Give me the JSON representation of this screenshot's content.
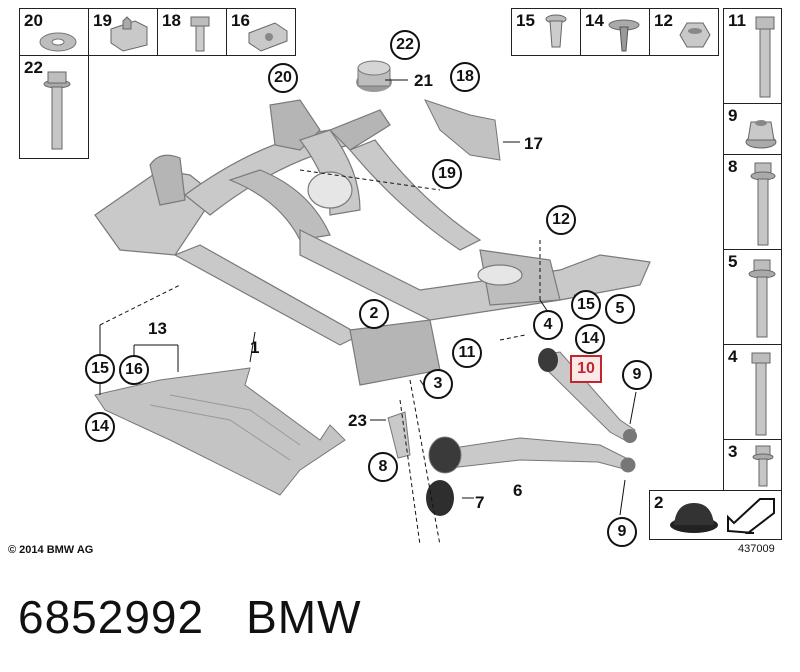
{
  "parts_left": [
    {
      "num": "20",
      "icon": "washer-icon"
    },
    {
      "num": "19",
      "icon": "clip-nut-icon"
    },
    {
      "num": "18",
      "icon": "bolt-icon"
    },
    {
      "num": "16",
      "icon": "clip-nut-icon"
    },
    {
      "num": "22",
      "icon": "flange-bolt-icon"
    }
  ],
  "parts_right": [
    {
      "num": "15",
      "icon": "expanding-rivet-icon"
    },
    {
      "num": "14",
      "icon": "plastic-rivet-icon"
    },
    {
      "num": "12",
      "icon": "hex-nut-icon"
    },
    {
      "num": "11",
      "icon": "bolt-icon"
    },
    {
      "num": "9",
      "icon": "self-locking-nut-icon"
    },
    {
      "num": "8",
      "icon": "flange-bolt-icon"
    },
    {
      "num": "5",
      "icon": "flange-bolt-icon"
    },
    {
      "num": "4",
      "icon": "bolt-icon"
    },
    {
      "num": "3",
      "icon": "flange-bolt-icon"
    },
    {
      "num": "2",
      "icon": "rubber-bump-stop-icon"
    }
  ],
  "callouts": {
    "c1": "1",
    "c2": "2",
    "c3": "3",
    "c4": "4",
    "c5": "5",
    "c6": "6",
    "c7": "7",
    "c8": "8",
    "c9a": "9",
    "c9b": "9",
    "c10": "10",
    "c11": "11",
    "c12": "12",
    "c13": "13",
    "c14a": "14",
    "c14b": "14",
    "c15a": "15",
    "c15b": "15",
    "c16": "16",
    "c17": "17",
    "c18": "18",
    "c19": "19",
    "c20": "20",
    "c21": "21",
    "c22": "22",
    "c23": "23"
  },
  "highlight_color": "#c0262d",
  "copyright": "© 2014 BMW AG",
  "diagram_id": "437009",
  "footer": {
    "part_number": "6852992",
    "brand": "BMW"
  }
}
